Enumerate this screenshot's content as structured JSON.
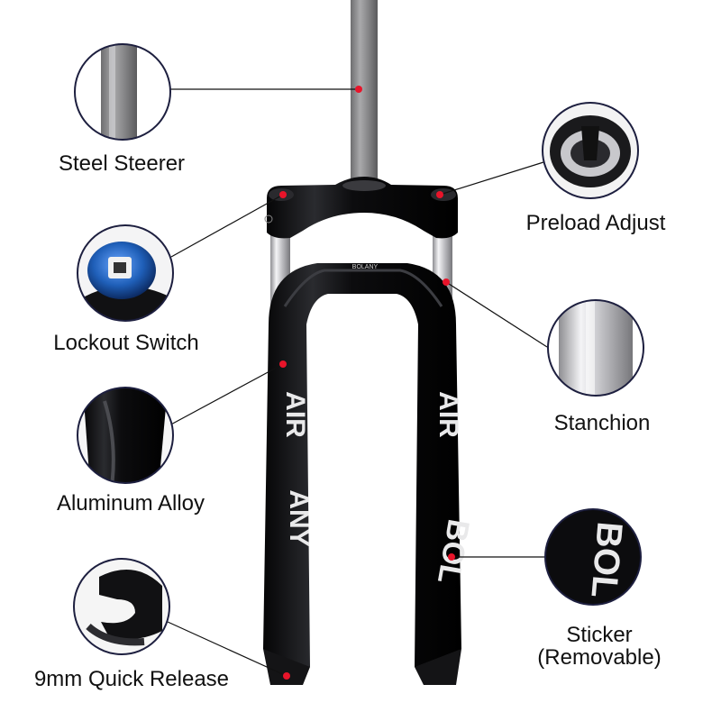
{
  "colors": {
    "background": "#ffffff",
    "fork_body": "#0b0b0d",
    "steerer": "#8a8a8c",
    "stanchion": "#c9c9cc",
    "leader_line": "#111111",
    "marker_dot": "#e8142a",
    "callout_ring": "#1d1f3f",
    "lockout_knob": "#1f5fb8",
    "sticker_text": "#e9e9ea"
  },
  "fork": {
    "brand_small": "BOLANY",
    "leg_text_left": "AIR",
    "leg_text_right": "AIR",
    "decal_left": "ANY",
    "decal_right": "BOL"
  },
  "callouts": [
    {
      "id": "steel-steerer",
      "label": "Steel Steerer",
      "icon": "steerer-tube-closeup"
    },
    {
      "id": "preload-adjust",
      "label": "Preload Adjust",
      "icon": "preload-cap-closeup"
    },
    {
      "id": "lockout-switch",
      "label": "Lockout Switch",
      "icon": "lockout-knob-closeup"
    },
    {
      "id": "stanchion",
      "label": "Stanchion",
      "icon": "stanchion-closeup"
    },
    {
      "id": "aluminum-alloy",
      "label": "Aluminum Alloy",
      "icon": "alloy-crown-closeup"
    },
    {
      "id": "sticker",
      "label": "Sticker",
      "label_line2": "(Removable)",
      "icon": "sticker-closeup"
    },
    {
      "id": "quick-release",
      "label": "9mm Quick Release",
      "icon": "dropout-closeup"
    }
  ]
}
